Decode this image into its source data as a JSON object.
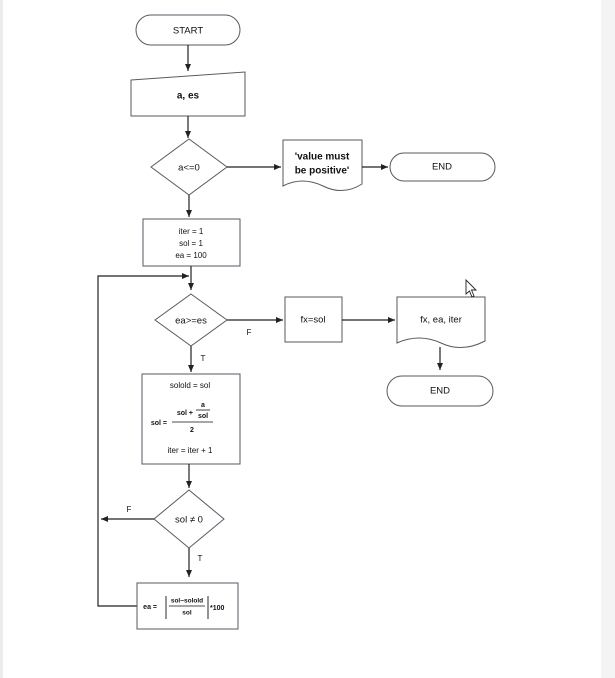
{
  "flowchart": {
    "start": "START",
    "input": "a, es",
    "check_a": "a<=0",
    "error_msg_line1": "'value must",
    "error_msg_line2": "be positive'",
    "end_1": "END",
    "init_iter": "iter = 1",
    "init_sol": "sol = 1",
    "init_ea": "ea = 100",
    "check_ea": "ea>=es",
    "false_label_1": "F",
    "true_label_1": "T",
    "assign_fx": "fx=sol",
    "output": "fx, ea, iter",
    "end_2": "END",
    "step_solold": "solold = sol",
    "step_sol_lhs": "sol =",
    "step_sol_num": "sol +",
    "step_sol_a": "a",
    "step_sol_den_inner": "sol",
    "step_sol_den": "2",
    "step_iter": "iter = iter + 1",
    "check_sol": "sol ≠ 0",
    "false_label_2": "F",
    "true_label_2": "T",
    "ea_lhs": "ea =",
    "ea_num": "sol−solold",
    "ea_den": "sol",
    "ea_tail": "*100"
  },
  "colors": {
    "stroke": "#555a63",
    "arrow": "#222222",
    "text": "#111111"
  },
  "cursor_icon": "mouse-pointer-icon"
}
